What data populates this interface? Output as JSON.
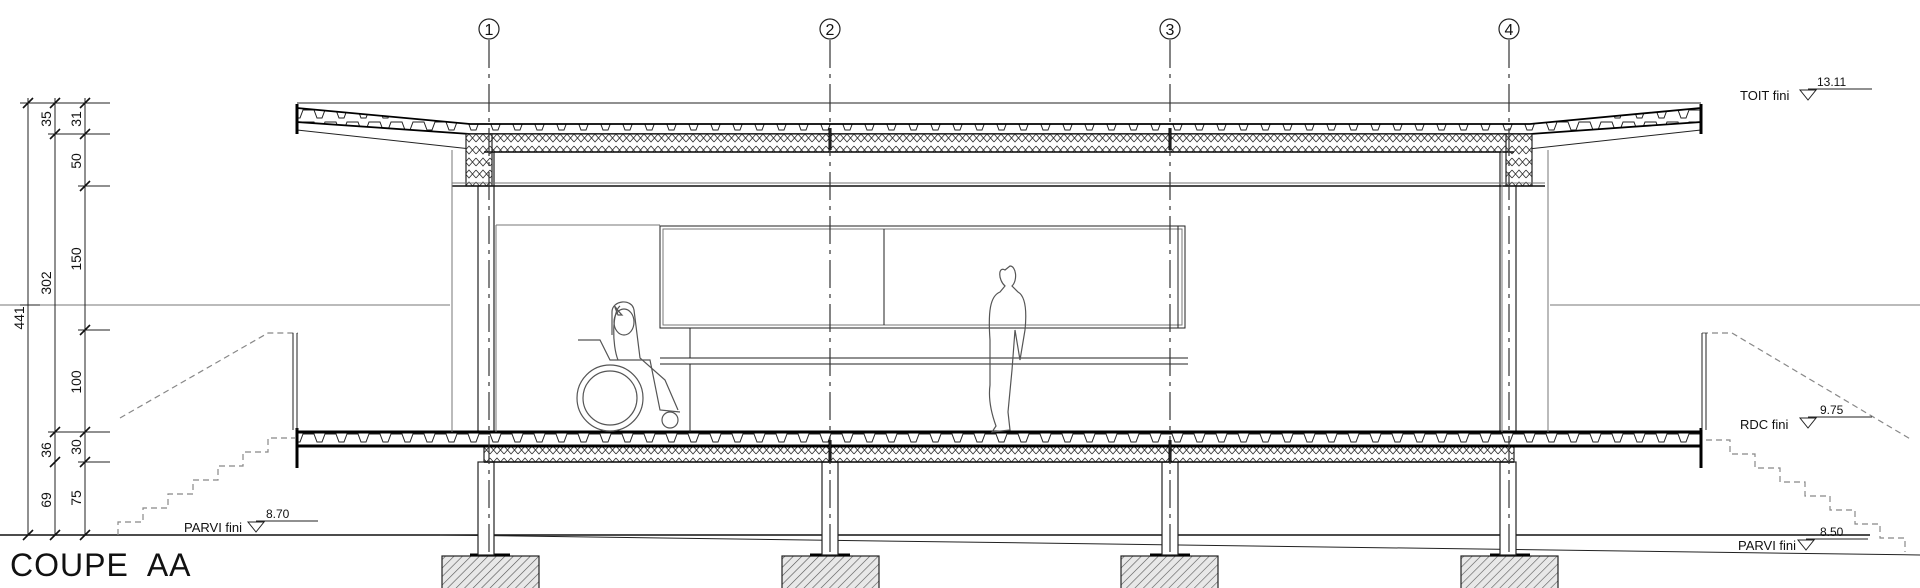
{
  "title": "COUPE  AA",
  "axes": [
    "1",
    "2",
    "3",
    "4"
  ],
  "levels": {
    "roof": {
      "label": "TOIT fini",
      "value": "13.11"
    },
    "ground_floor": {
      "label": "RDC fini",
      "value": "9.75"
    },
    "parvis_left": {
      "label": "PARVI fini",
      "value": "8.70"
    },
    "parvis_right": {
      "label": "PARVI fini",
      "value": "8.50"
    }
  },
  "dimensions": {
    "overall": "441",
    "outer": [
      "35",
      "302",
      "36",
      "69"
    ],
    "inner": [
      "31",
      "50",
      "150",
      "100",
      "30",
      "75"
    ]
  }
}
